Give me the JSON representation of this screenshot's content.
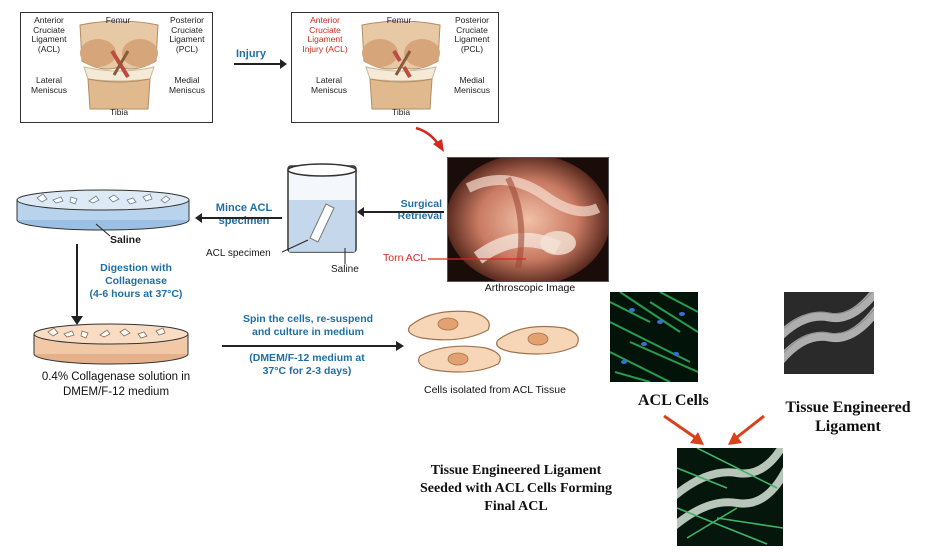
{
  "knee_normal": {
    "anterior": "Anterior\nCruciate\nLigament\n(ACL)",
    "femur": "Femur",
    "posterior": "Posterior\nCruciate\nLigament\n(PCL)",
    "lateral": "Lateral\nMeniscus",
    "medial": "Medial\nMeniscus",
    "tibia": "Tibia"
  },
  "injury_label": "Injury",
  "knee_injured": {
    "anterior": "Anterior\nCruciate\nLigament\nInjury (ACL)",
    "femur": "Femur",
    "posterior": "Posterior\nCruciate\nLigament\n(PCL)",
    "lateral": "Lateral\nMeniscus",
    "medial": "Medial\nMeniscus",
    "tibia": "Tibia"
  },
  "arthroscopic": {
    "caption": "Arthroscopic Image",
    "torn_label": "Torn ACL"
  },
  "surgical_retrieval": "Surgical\nRetrieval",
  "specimen": {
    "specimen_label": "ACL specimen",
    "saline_label": "Saline"
  },
  "mince_label": "Mince ACL\nspecimen",
  "dish_top": {
    "saline_label": "Saline"
  },
  "digestion_label": "Digestion with\nCollagenase\n(4-6 hours at 37°C)",
  "dish_bottom": {
    "caption": "0.4% Collagenase solution in\nDMEM/F-12 medium"
  },
  "spin_label_1": "Spin the cells, re-suspend\nand culture in medium",
  "spin_label_2": "(DMEM/F-12 medium at\n37°C for 2-3 days)",
  "cells_caption": "Cells isolated from ACL Tissue",
  "acl_cells_label": "ACL Cells",
  "tissue_label": "Tissue Engineered\nLigament",
  "final_label": "Tissue Engineered Ligament\nSeeded with ACL Cells Forming\nFinal ACL",
  "colors": {
    "blue_text": "#1f6fa6",
    "red_text": "#d32a1e",
    "dish_fill": "#f2c9a6",
    "dish_blue": "#b9d3ec"
  }
}
